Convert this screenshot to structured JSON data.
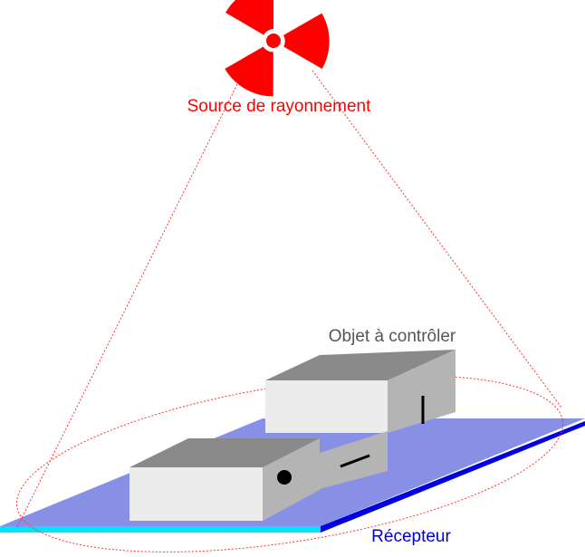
{
  "labels": {
    "source": "Source de rayonnement",
    "object": "Objet à contrôler",
    "receiver": "Récepteur"
  },
  "colors": {
    "source": "#ff0000",
    "object_label": "#555555",
    "receiver_label": "#0000cc",
    "receiver_plate": "#8890e6",
    "receiver_edge_front": "#00e5ff",
    "receiver_edge_side": "#0000e0",
    "beam": "#ff3333"
  },
  "icons": {
    "source": "radiation-trefoil-icon"
  }
}
